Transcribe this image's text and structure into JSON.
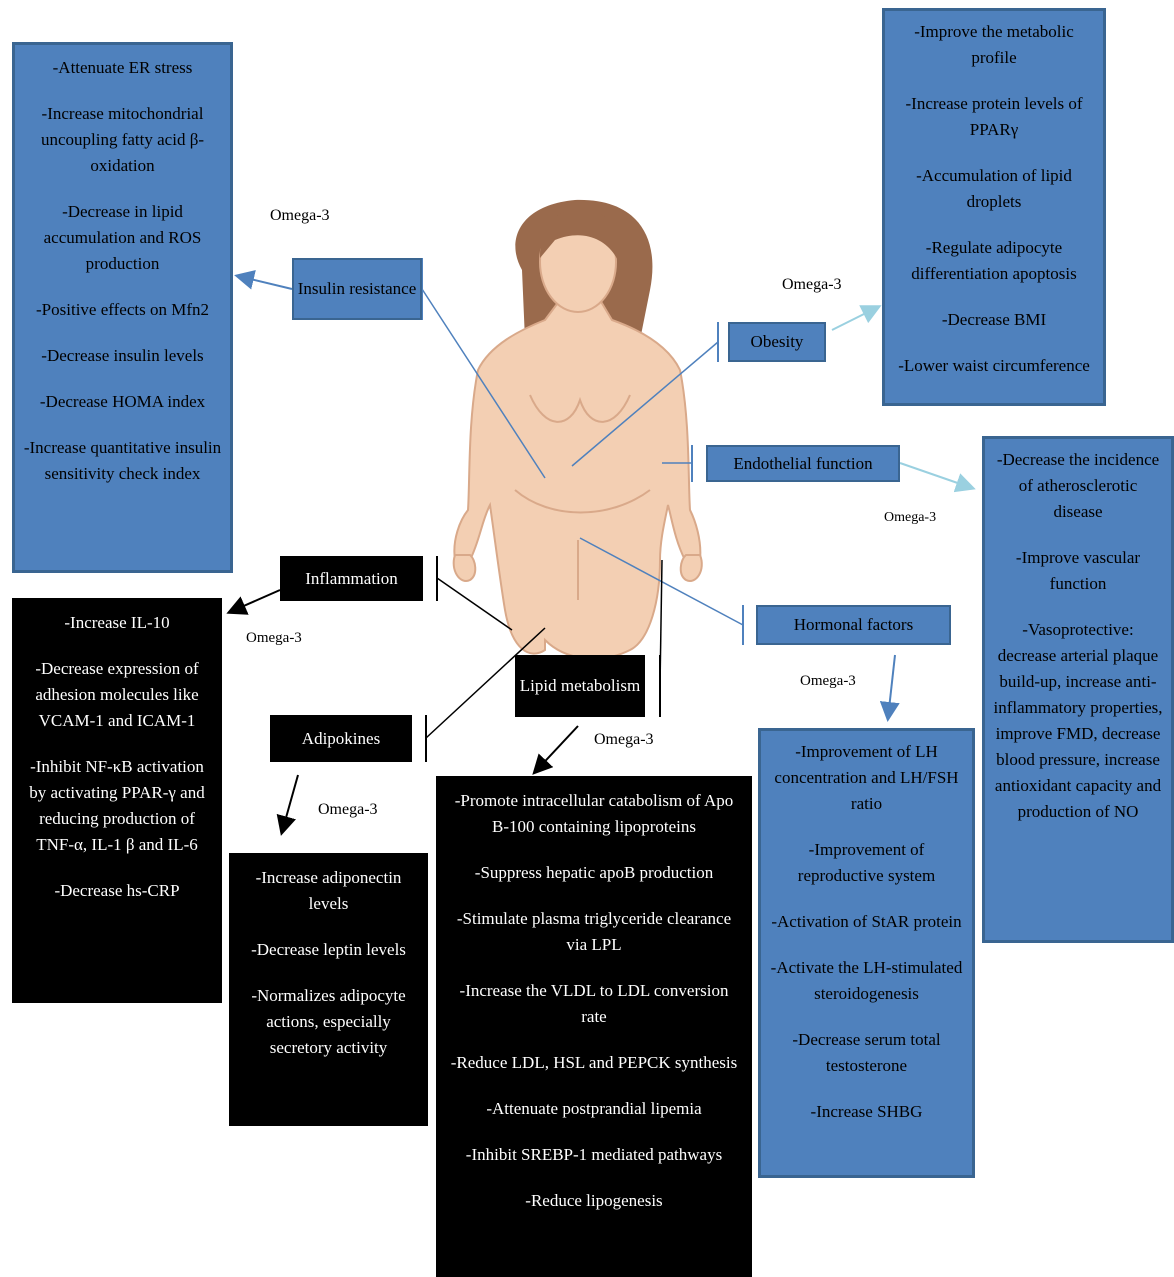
{
  "omega_label": "Omega-3",
  "insulin": {
    "label": "Insulin resistance",
    "items": [
      "-Attenuate ER stress",
      "-Increase mitochondrial uncoupling fatty acid β-oxidation",
      "-Decrease in lipid accumulation and ROS production",
      "-Positive effects on Mfn2",
      "-Decrease insulin levels",
      "-Decrease HOMA index",
      "-Increase quantitative insulin sensitivity check index"
    ]
  },
  "obesity": {
    "label": "Obesity",
    "items": [
      "-Improve the metabolic profile",
      "-Increase protein levels of PPARγ",
      "-Accumulation of lipid droplets",
      "-Regulate adipocyte differentiation apoptosis",
      "-Decrease BMI",
      "-Lower waist circumference"
    ]
  },
  "endothelial": {
    "label": "Endothelial function",
    "items": [
      "-Decrease the incidence of atherosclerotic disease",
      "-Improve vascular function",
      "-Vasoprotective: decrease arterial plaque build-up, increase anti-inflammatory properties, improve FMD, decrease blood pressure, increase antioxidant capacity and production of NO"
    ]
  },
  "hormonal": {
    "label": "Hormonal factors",
    "items": [
      "-Improvement of LH concentration and LH/FSH ratio",
      "-Improvement of reproductive system",
      "-Activation of StAR protein",
      "-Activate the LH-stimulated steroidogenesis",
      "-Decrease serum total testosterone",
      "-Increase SHBG"
    ]
  },
  "inflammation": {
    "label": "Inflammation",
    "items": [
      "-Increase IL-10",
      "-Decrease expression of adhesion molecules like VCAM-1 and ICAM-1",
      "-Inhibit NF-κB activation by activating PPAR-γ and reducing production of TNF-α, IL-1 β and IL-6",
      "-Decrease hs-CRP"
    ]
  },
  "adipokines": {
    "label": "Adipokines",
    "items": [
      "-Increase adiponectin levels",
      "-Decrease leptin levels",
      "-Normalizes adipocyte actions, especially secretory activity"
    ]
  },
  "lipid": {
    "label": "Lipid metabolism",
    "items": [
      "-Promote intracellular catabolism of Apo B-100 containing lipoproteins",
      "-Suppress hepatic apoB production",
      "-Stimulate plasma triglyceride clearance via LPL",
      "-Increase the VLDL to LDL conversion rate",
      "-Reduce LDL, HSL and PEPCK synthesis",
      "-Attenuate postprandial lipemia",
      "-Inhibit SREBP-1 mediated pathways",
      "-Reduce lipogenesis"
    ]
  }
}
